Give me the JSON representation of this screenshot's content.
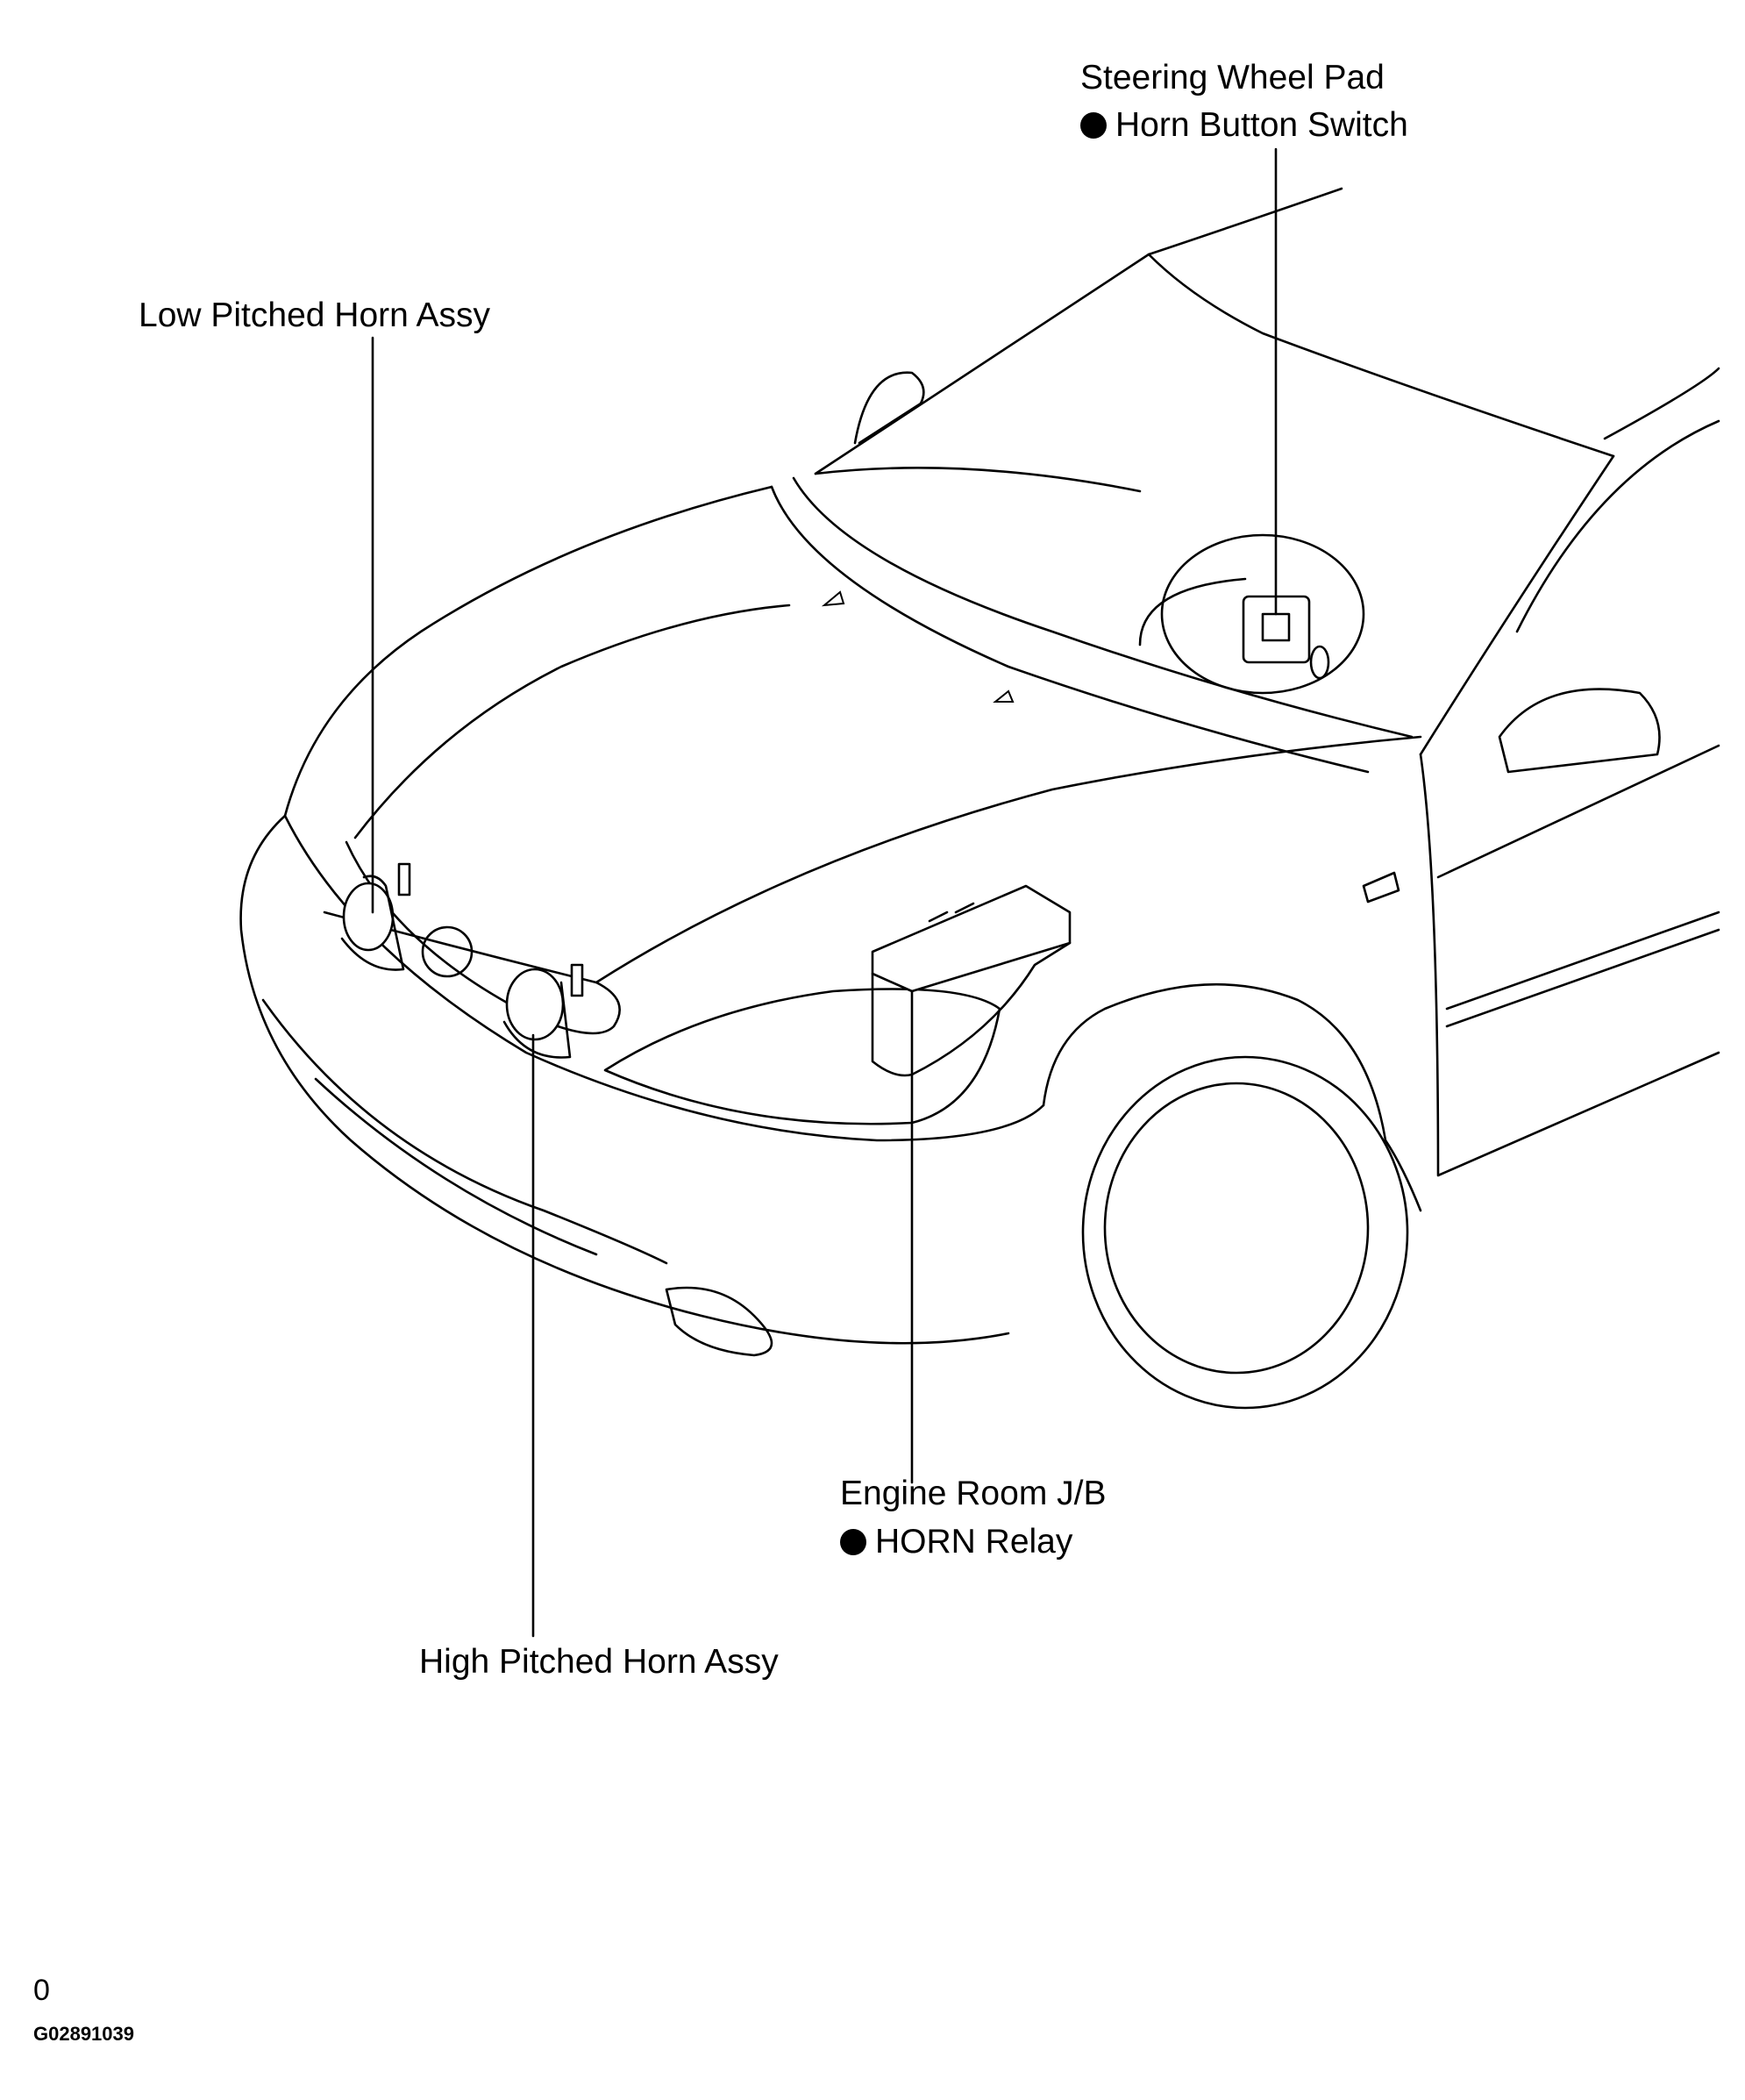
{
  "labels": {
    "steering_wheel_pad": "Steering Wheel Pad",
    "horn_button_switch": "Horn Button Switch",
    "low_pitched_horn": "Low Pitched Horn Assy",
    "engine_room_jb": "Engine Room J/B",
    "horn_relay": "HORN Relay",
    "high_pitched_horn": "High Pitched Horn Assy"
  },
  "footer": {
    "page_marker": "0",
    "figure_code": "G02891039"
  }
}
